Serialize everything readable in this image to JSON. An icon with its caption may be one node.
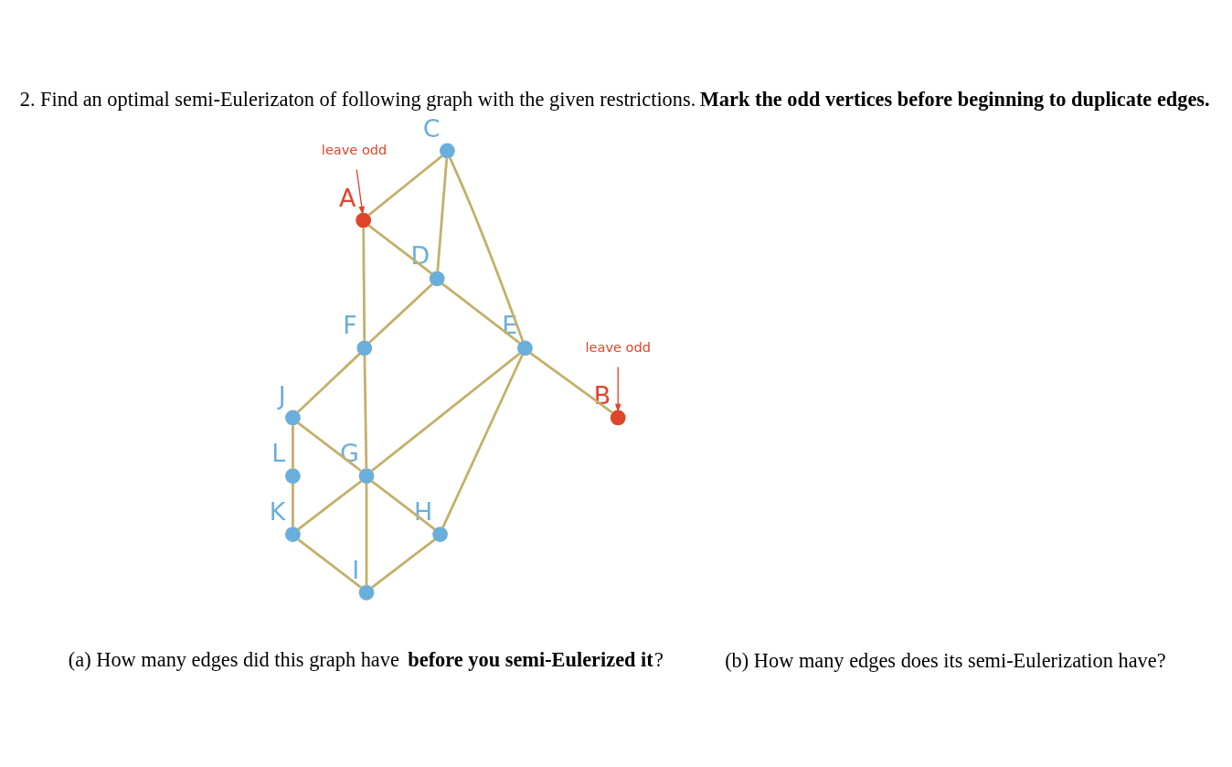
{
  "diagram": {
    "title": "2. Find an optimal semi-Eulerizaton of following graph with the given restrictions. **Mark the odd vertices before beginning to duplicate edges.**",
    "nodes": [
      {
        "text": [],
        "shape": "circle",
        "beside": [
          "C"
        ]
      },
      {
        "text": [],
        "shape": "circle",
        "beside": [
          "A"
        ]
      },
      {
        "text": [],
        "shape": "circle",
        "beside": [
          "D"
        ]
      },
      {
        "text": [],
        "shape": "circle",
        "beside": [
          "E"
        ]
      },
      {
        "text": [],
        "shape": "circle",
        "beside": [
          "B"
        ]
      },
      {
        "text": [
          "leave odd"
        ]
      },
      {
        "text": [
          "leave odd"
        ]
      },
      {
        "text": [],
        "shape": "circle",
        "beside": [
          "F"
        ]
      },
      {
        "text": [],
        "shape": "circle",
        "beside": [
          "G"
        ]
      },
      {
        "text": [],
        "shape": "circle",
        "beside": [
          "H"
        ]
      },
      {
        "text": [],
        "shape": "circle",
        "beside": [
          "J"
        ]
      },
      {
        "text": [],
        "shape": "circle",
        "beside": [
          "I"
        ]
      },
      {
        "text": [],
        "shape": "circle",
        "beside": [
          "K"
        ]
      },
      {
        "text": [],
        "shape": "circle",
        "beside": [
          "L"
        ]
      }
    ],
    "edges": [
      {
        "from": 0,
        "to": 1,
        "arrow": "none"
      },
      {
        "from": 0,
        "to": 2,
        "arrow": "none"
      },
      {
        "from": 0,
        "to": 3,
        "arrow": "none"
      },
      {
        "from": 1,
        "to": 2,
        "arrow": "none"
      },
      {
        "from": 2,
        "to": 3,
        "arrow": "none"
      },
      {
        "from": 3,
        "to": 4,
        "arrow": "none"
      },
      {
        "from": 5,
        "to": 1,
        "arrow": "to",
        "color": "#e0442a"
      },
      {
        "from": 6,
        "to": 4,
        "arrow": "to",
        "color": "#e0442a"
      },
      {
        "from": 1,
        "to": 7,
        "arrow": "none"
      },
      {
        "from": 2,
        "to": 7,
        "arrow": "none"
      },
      {
        "from": 7,
        "to": 8,
        "arrow": "none"
      },
      {
        "from": 3,
        "to": 8,
        "arrow": "none"
      },
      {
        "from": 3,
        "to": 9,
        "arrow": "none"
      },
      {
        "from": 7,
        "to": 10,
        "arrow": "none"
      },
      {
        "from": 10,
        "to": 8,
        "arrow": "none"
      },
      {
        "from": 8,
        "to": 9,
        "arrow": "none"
      },
      {
        "from": 8,
        "to": 11,
        "arrow": "none"
      },
      {
        "from": 9,
        "to": 11,
        "arrow": "none"
      },
      {
        "from": 8,
        "to": 12,
        "arrow": "none"
      },
      {
        "from": 12,
        "to": 11,
        "arrow": "none"
      },
      {
        "from": 10,
        "to": 13,
        "arrow": "none"
      },
      {
        "from": 13,
        "to": 12,
        "arrow": "none"
      }
    ],
    "labels": [
      "(a) How many edges did this graph have **before you semi-Eulerized it**?",
      "(b) How many edges does its semi-Eulerization have?"
    ]
  }
}
